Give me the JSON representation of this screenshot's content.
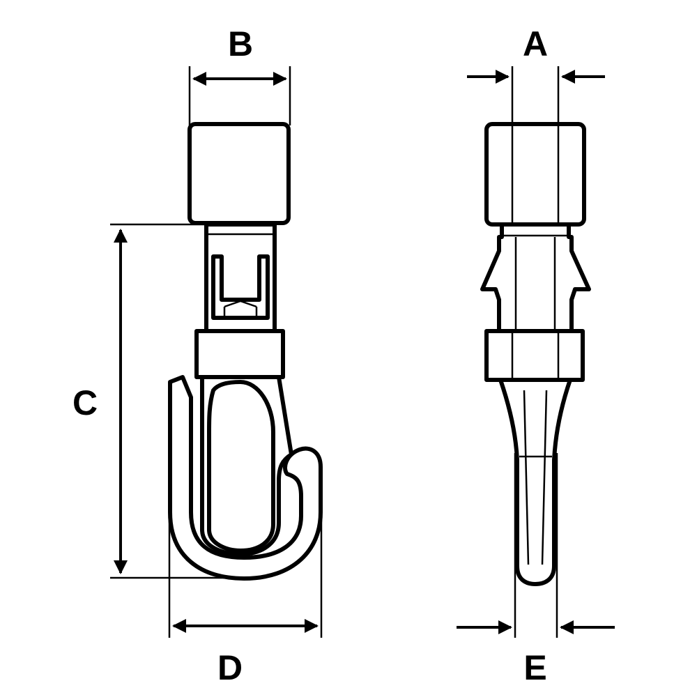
{
  "diagram": {
    "labels": {
      "a": "A",
      "b": "B",
      "c": "C",
      "d": "D",
      "e": "E"
    },
    "colors": {
      "line": "#000000",
      "background": "#ffffff"
    }
  }
}
